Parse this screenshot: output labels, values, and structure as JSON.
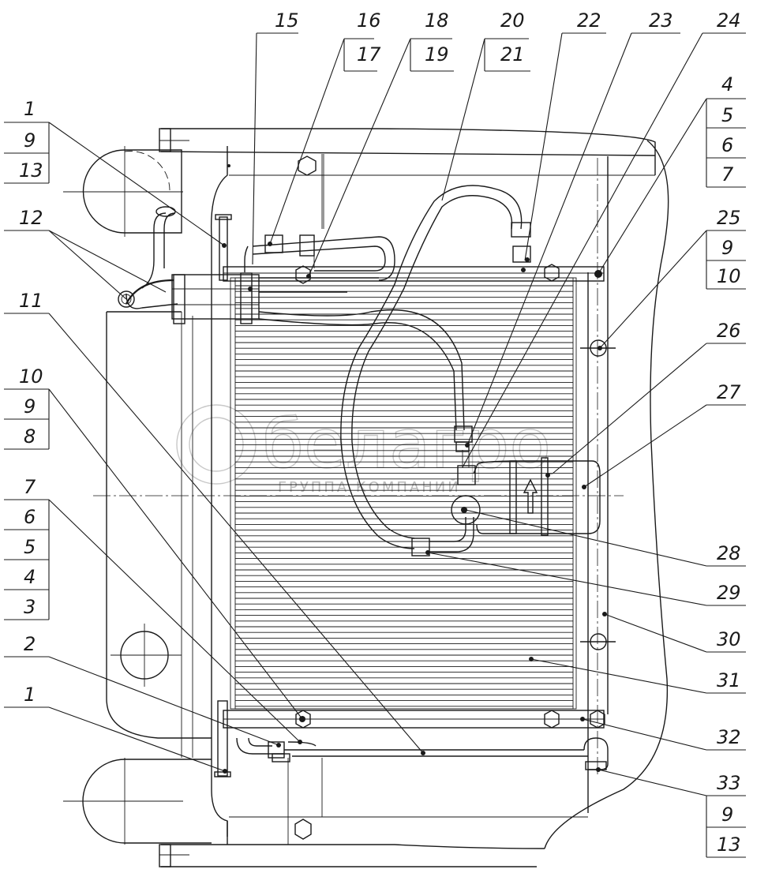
{
  "watermark": {
    "brand": "белагро",
    "subtitle": "ГРУППА КОМПАНИЙ"
  },
  "callouts": [
    {
      "id": "c15",
      "text": "15"
    },
    {
      "id": "c16",
      "text": "16"
    },
    {
      "id": "c17",
      "text": "17"
    },
    {
      "id": "c18",
      "text": "18"
    },
    {
      "id": "c19",
      "text": "19"
    },
    {
      "id": "c20",
      "text": "20"
    },
    {
      "id": "c21",
      "text": "21"
    },
    {
      "id": "c22",
      "text": "22"
    },
    {
      "id": "c23",
      "text": "23"
    },
    {
      "id": "c24",
      "text": "24"
    },
    {
      "id": "cL1",
      "text": "1"
    },
    {
      "id": "cL9a",
      "text": "9"
    },
    {
      "id": "cL13a",
      "text": "13"
    },
    {
      "id": "cL12",
      "text": "12"
    },
    {
      "id": "cL11",
      "text": "11"
    },
    {
      "id": "cL10",
      "text": "10"
    },
    {
      "id": "cL9b",
      "text": "9"
    },
    {
      "id": "cL8",
      "text": "8"
    },
    {
      "id": "cL7",
      "text": "7"
    },
    {
      "id": "cL6",
      "text": "6"
    },
    {
      "id": "cL5",
      "text": "5"
    },
    {
      "id": "cL4",
      "text": "4"
    },
    {
      "id": "cL3",
      "text": "3"
    },
    {
      "id": "cL2",
      "text": "2"
    },
    {
      "id": "cL1b",
      "text": "1"
    },
    {
      "id": "cR4",
      "text": "4"
    },
    {
      "id": "cR5",
      "text": "5"
    },
    {
      "id": "cR6",
      "text": "6"
    },
    {
      "id": "cR7",
      "text": "7"
    },
    {
      "id": "cR25",
      "text": "25"
    },
    {
      "id": "cR9a",
      "text": "9"
    },
    {
      "id": "cR10",
      "text": "10"
    },
    {
      "id": "cR26",
      "text": "26"
    },
    {
      "id": "cR27",
      "text": "27"
    },
    {
      "id": "cR28",
      "text": "28"
    },
    {
      "id": "cR29",
      "text": "29"
    },
    {
      "id": "cR30",
      "text": "30"
    },
    {
      "id": "cR31",
      "text": "31"
    },
    {
      "id": "cR32",
      "text": "32"
    },
    {
      "id": "cR33",
      "text": "33"
    },
    {
      "id": "cR9b",
      "text": "9"
    },
    {
      "id": "cR13",
      "text": "13"
    }
  ]
}
